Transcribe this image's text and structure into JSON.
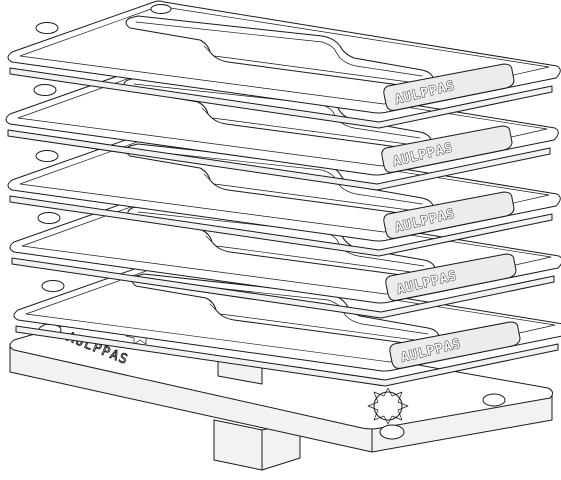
{
  "plates": [
    {
      "id": "plate-1",
      "mark": "AULPPAS"
    },
    {
      "id": "plate-2",
      "mark": "AULPPAS"
    },
    {
      "id": "plate-3",
      "mark": "AULPPAS"
    },
    {
      "id": "plate-4",
      "mark": "AULPPAS"
    },
    {
      "id": "plate-5",
      "mark": "AULPPAS"
    }
  ],
  "base": {
    "mark": "AULPPAS"
  }
}
